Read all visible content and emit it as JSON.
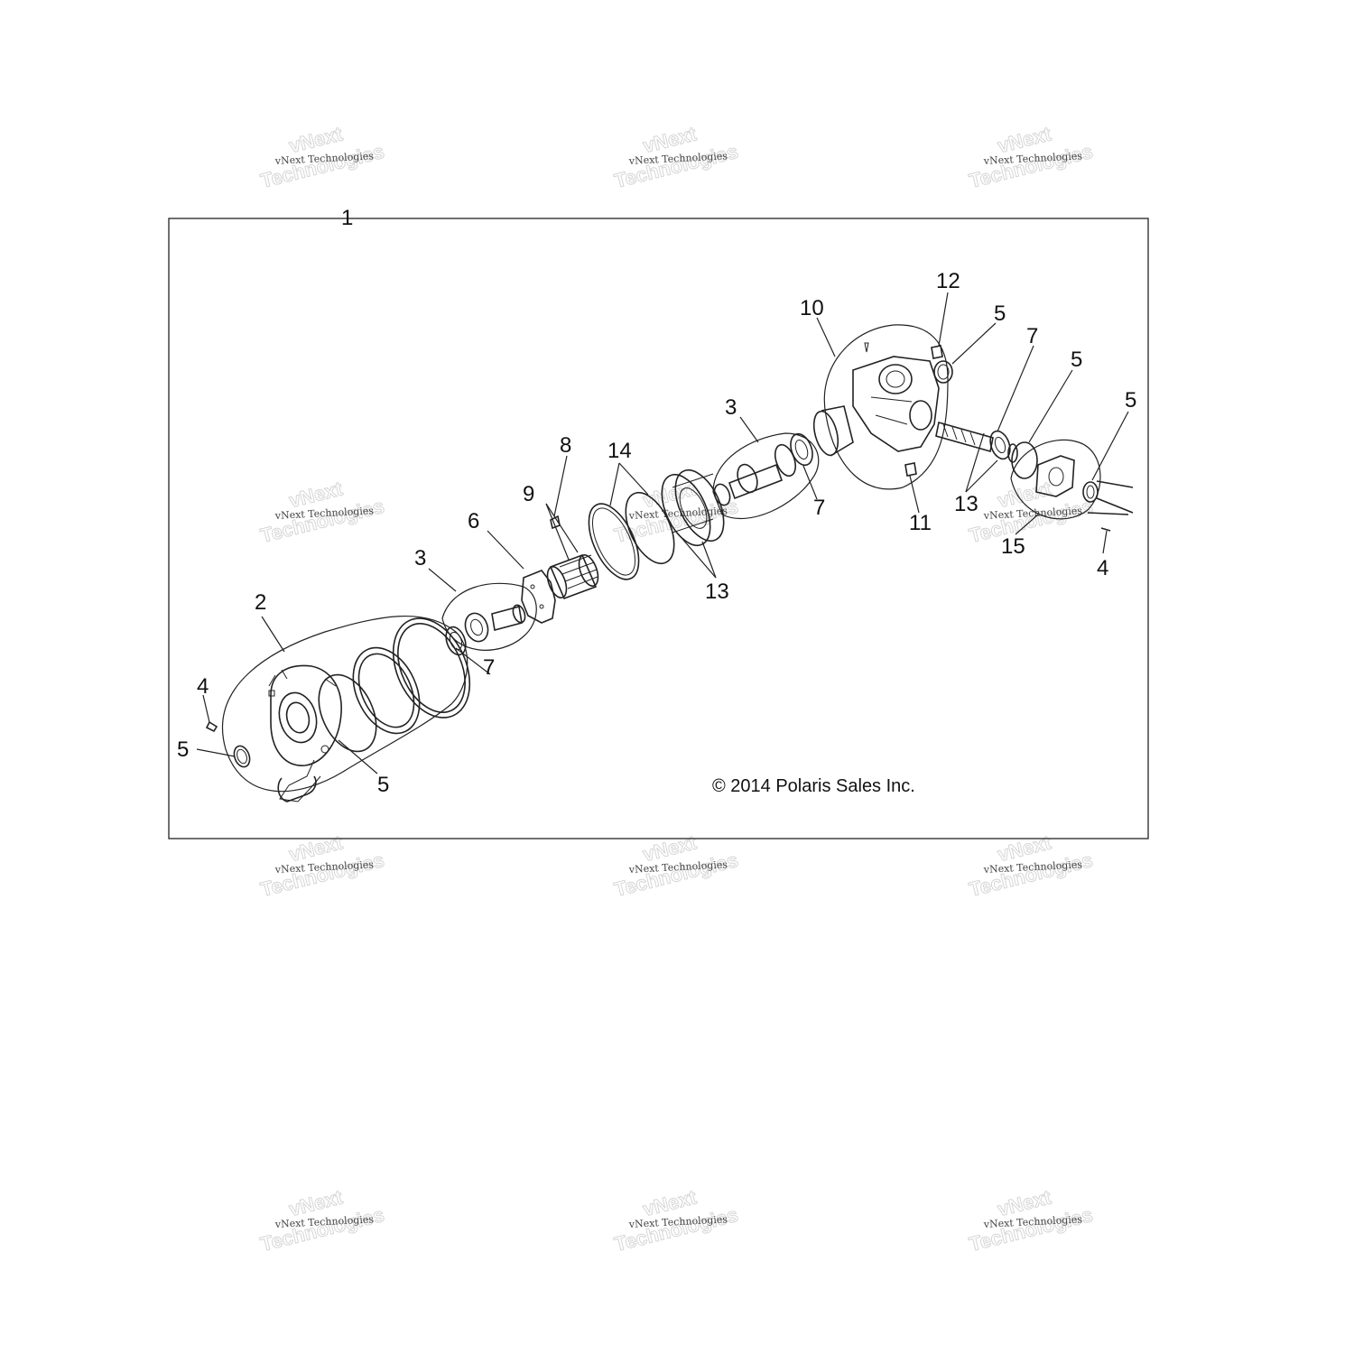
{
  "diagram": {
    "copyright": "© 2014 Polaris Sales Inc.",
    "watermark": {
      "line_small": "vNext Technologies",
      "line_big_1": "vNext",
      "line_big_2": "Technologies"
    },
    "callouts": {
      "c1": "1",
      "c2": "2",
      "c3a": "3",
      "c3b": "3",
      "c4a": "4",
      "c4b": "4",
      "c5a": "5",
      "c5b": "5",
      "c5c": "5",
      "c5d": "5",
      "c5e": "5",
      "c6": "6",
      "c7a": "7",
      "c7b": "7",
      "c7c": "7",
      "c8": "8",
      "c9": "9",
      "c10": "10",
      "c11": "11",
      "c12": "12",
      "c13a": "13",
      "c13b": "13",
      "c14": "14",
      "c15": "15"
    }
  }
}
